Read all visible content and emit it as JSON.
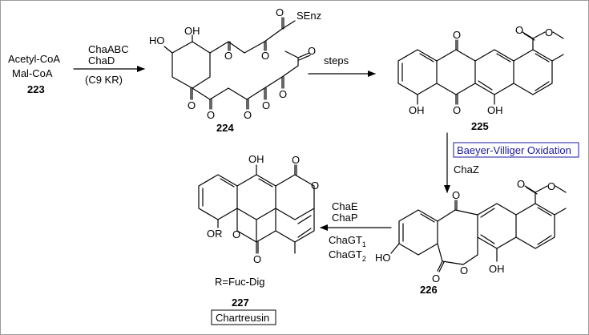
{
  "reagents": {
    "start_line1": "Acetyl-CoA",
    "start_line2": "Mal-CoA",
    "step1_line1": "ChaABC",
    "step1_line2": "ChaD",
    "step1_line3": "(C9 KR)",
    "step2": "steps",
    "step3_box": "Baeyer-Villiger Oxidation",
    "step3_enzyme": "ChaZ",
    "step4_line1": "ChaE",
    "step4_line2": "ChaP",
    "step4_line3": "ChaGT",
    "step4_line3_sub": "1",
    "step4_line4": "ChaGT",
    "step4_line4_sub": "2"
  },
  "compounds": {
    "c223": "223",
    "c224": "224",
    "c225": "225",
    "c226": "226",
    "c227": "227",
    "r_def": "R=Fuc-Dig",
    "product_name": "Chartreusin"
  },
  "atoms": {
    "ho": "HO",
    "oh": "OH",
    "o": "O",
    "senz": "SEnz",
    "or": "OR"
  },
  "colors": {
    "box_text": "#1a1aa0",
    "box_border": "#1a1aa0",
    "frame": "#9a9a9a"
  }
}
